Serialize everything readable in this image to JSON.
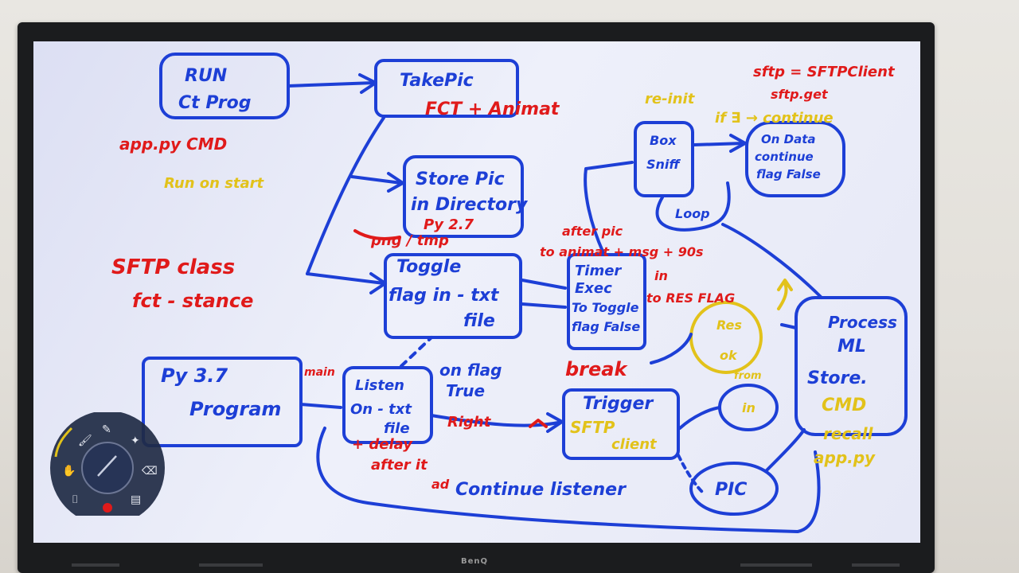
{
  "board": {
    "boxes": {
      "run": [
        "RUN",
        "Ct Prog"
      ],
      "takepic": "TakePic",
      "storepic": [
        "Store Pic",
        "in Directory"
      ],
      "toggle": [
        "Toggle",
        "flag in - txt",
        "file"
      ],
      "timer": [
        "Timer",
        "Exec",
        "To Toggle",
        "flag False"
      ],
      "py37": [
        "Py 3.7",
        "Program"
      ],
      "listener": [
        "Listen",
        "On - txt",
        "file"
      ],
      "trigger": [
        "Trigger",
        "SFTP",
        "client"
      ],
      "boxsniff": [
        "Box",
        "Sniff"
      ],
      "ondata": [
        "On Data",
        "continue",
        "flag False"
      ],
      "process": [
        "Process",
        "ML",
        "Store.",
        "CMD"
      ],
      "pic": "PIC",
      "res": [
        "Res",
        "ok"
      ],
      "loop": "Loop"
    },
    "red_notes": {
      "fct": "FCT + Animat",
      "appcmd": "app.py CMD",
      "png": "png / tmp",
      "sftp_class": [
        "SFTP class",
        "fct - stance"
      ],
      "after_pic": [
        "after pic",
        "to animat + msg + 90s"
      ],
      "reset_flag": [
        "in",
        "to RES FLAG"
      ],
      "main": "main",
      "break": "break",
      "right": "Right",
      "delay": [
        "+ delay",
        "after it",
        "ad"
      ],
      "sftp_client": [
        "sftp = SFTPClient",
        "sftp.get"
      ],
      "py27": "Py 2.7"
    },
    "yellow_notes": {
      "run_on_start": "Run on start",
      "reinit": "re-init",
      "if_exists": "if ∃ → continue",
      "recall": [
        "recall",
        "app.py"
      ],
      "from_in": [
        "from",
        "in"
      ],
      "res": "Res",
      "ok": "ok"
    },
    "blue_notes": {
      "on_flag_true": [
        "on flag",
        "True"
      ],
      "continue_listener": "Continue listener"
    }
  },
  "brand_label": "BenQ",
  "toolbar": {
    "tools": [
      "pen-icon",
      "brush-icon",
      "magic-wand-icon",
      "eraser-icon",
      "hand-icon",
      "camera-icon",
      "record-icon",
      "toolbox-icon"
    ]
  },
  "colors": {
    "blue_marker": "#1d3fd6",
    "red_marker": "#e01a1a",
    "yellow_marker": "#e2c21a",
    "bezel": "#1b1c1e"
  }
}
